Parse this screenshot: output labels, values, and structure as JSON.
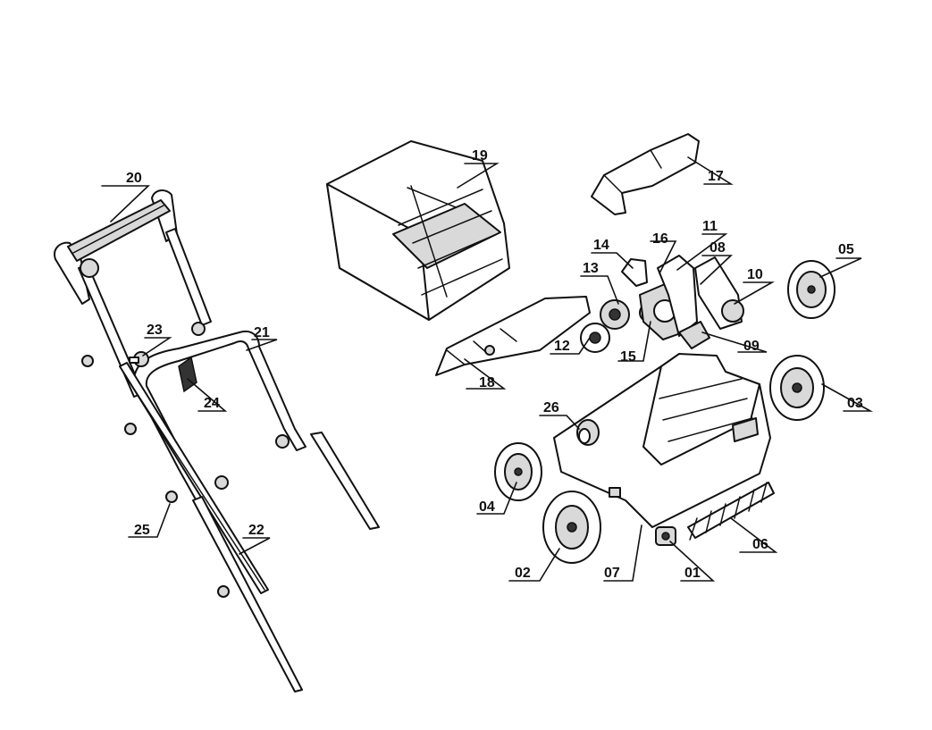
{
  "callouts": {
    "c01": "01",
    "c02": "02",
    "c03": "03",
    "c04": "04",
    "c05": "05",
    "c06": "06",
    "c07": "07",
    "c08": "08",
    "c09": "09",
    "c10": "10",
    "c11": "11",
    "c12": "12",
    "c13": "13",
    "c14": "14",
    "c15": "15",
    "c16": "16",
    "c17": "17",
    "c18": "18",
    "c19": "19",
    "c20": "20",
    "c21": "21",
    "c22": "22",
    "c23": "23",
    "c24": "24",
    "c25": "25",
    "c26": "26"
  },
  "colors": {
    "line": "#111111",
    "background": "#ffffff",
    "shade": "#d9d9d9"
  }
}
